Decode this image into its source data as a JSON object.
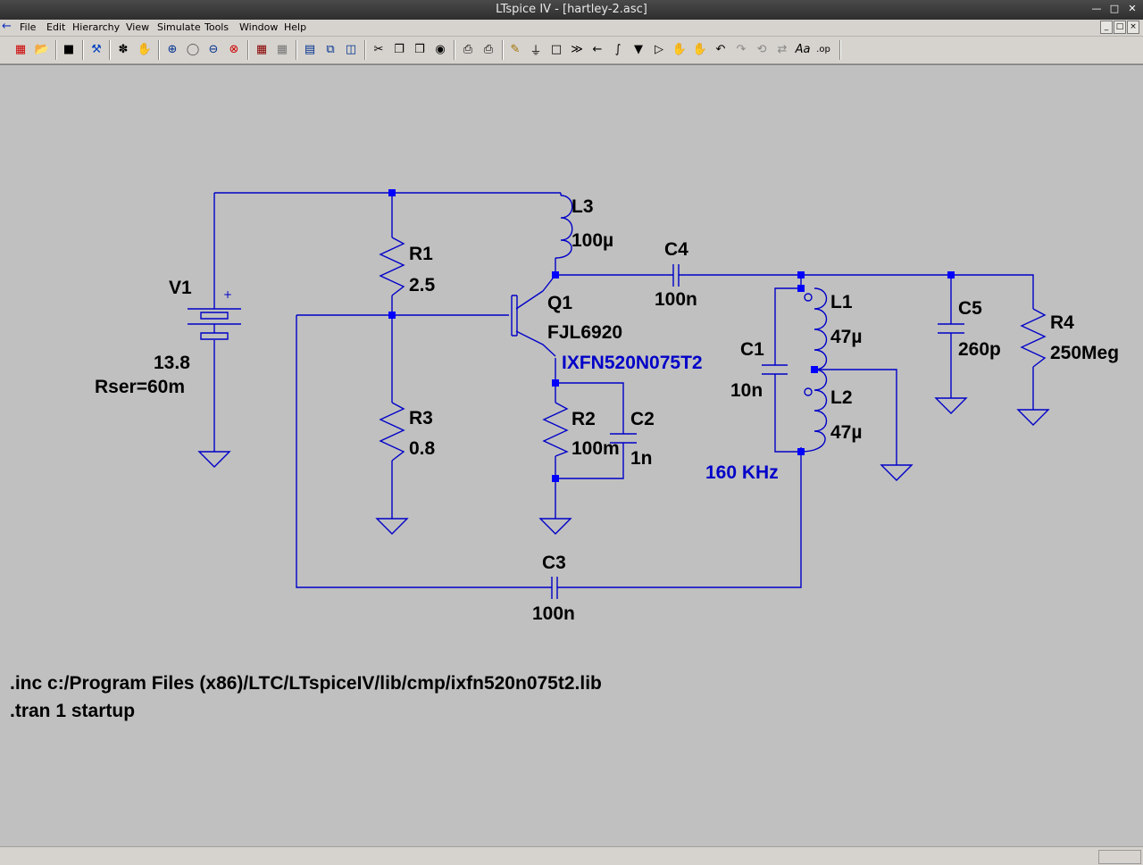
{
  "window": {
    "title": "LTspice IV - [hartley-2.asc]"
  },
  "menu": [
    "File",
    "Edit",
    "Hierarchy",
    "View",
    "Simulate",
    "Tools",
    "Window",
    "Help"
  ],
  "toolbar_icons": [
    "new-schematic-icon",
    "open-icon",
    "save-icon",
    "control-panel-icon",
    "run-icon",
    "halt-icon",
    "zoom-in-icon",
    "zoom-pan-icon",
    "zoom-out-icon",
    "zoom-cancel-icon",
    "autorange-icon",
    "view-netlist-icon",
    "tile-horizontal-icon",
    "cascade-icon",
    "tile-vertical-icon",
    "cut-icon",
    "copy-icon",
    "paste-icon",
    "find-icon",
    "print-preview-icon",
    "print-icon",
    "draw-wire-icon",
    "ground-icon",
    "label-net-icon",
    "resistor-icon",
    "capacitor-icon",
    "inductor-icon",
    "diode-icon",
    "component-icon",
    "move-icon",
    "drag-icon",
    "undo-icon",
    "redo-icon",
    "rotate-icon",
    "mirror-icon",
    "text-icon",
    "spice-directive-icon"
  ],
  "schematic": {
    "components": {
      "V1": {
        "name": "V1",
        "value": "13.8",
        "extra": "Rser=60m"
      },
      "R1": {
        "name": "R1",
        "value": "2.5"
      },
      "R3": {
        "name": "R3",
        "value": "0.8"
      },
      "L3": {
        "name": "L3",
        "value": "100µ"
      },
      "Q1": {
        "name": "Q1",
        "value": "FJL6920",
        "model": "IXFN520N075T2"
      },
      "R2": {
        "name": "R2",
        "value": "100m"
      },
      "C2": {
        "name": "C2",
        "value": "1n"
      },
      "C4": {
        "name": "C4",
        "value": "100n"
      },
      "L1": {
        "name": "L1",
        "value": "47µ"
      },
      "L2": {
        "name": "L2",
        "value": "47µ"
      },
      "C1": {
        "name": "C1",
        "value": "10n"
      },
      "C5": {
        "name": "C5",
        "value": "260p"
      },
      "R4": {
        "name": "R4",
        "value": "250Meg"
      },
      "C3": {
        "name": "C3",
        "value": "100n"
      }
    },
    "note": "160 KHz",
    "directives": [
      ".inc c:/Program Files (x86)/LTC/LTspiceIV/lib/cmp/ixfn520n075t2.lib",
      ".tran 1 startup"
    ]
  },
  "colors": {
    "wire": "#0000c8",
    "junction": "#0000ff",
    "background": "#c0c0c0"
  }
}
